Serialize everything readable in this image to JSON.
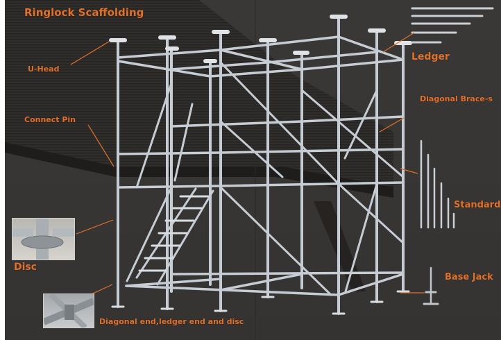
{
  "title": "Ringlock Scaffolding",
  "labels": {
    "u_head": "U-Head",
    "connect_pin": "Connect Pin",
    "ledger": "Ledger",
    "diagonal_braces": "Diagonal Brace-s",
    "standards": "Standards",
    "base_jack": "Base Jack",
    "disc": "Disc",
    "diagonal_end": "Diagonal end,ledger end and disc"
  },
  "colors": {
    "label": "#e0702a",
    "background": "#373533",
    "steel": "#c9d0d8",
    "border": "#ffffff"
  },
  "components": [
    {
      "name": "U-Head",
      "type": "part"
    },
    {
      "name": "Connect Pin",
      "type": "part"
    },
    {
      "name": "Ledger",
      "type": "part",
      "samples_shown": 5
    },
    {
      "name": "Diagonal Brace-s",
      "type": "part"
    },
    {
      "name": "Standards",
      "type": "part",
      "samples_shown": 6
    },
    {
      "name": "Base Jack",
      "type": "part"
    },
    {
      "name": "Disc",
      "type": "part",
      "inset_photo": true
    },
    {
      "name": "Diagonal end,ledger end and disc",
      "type": "part",
      "inset_photo": true
    }
  ]
}
